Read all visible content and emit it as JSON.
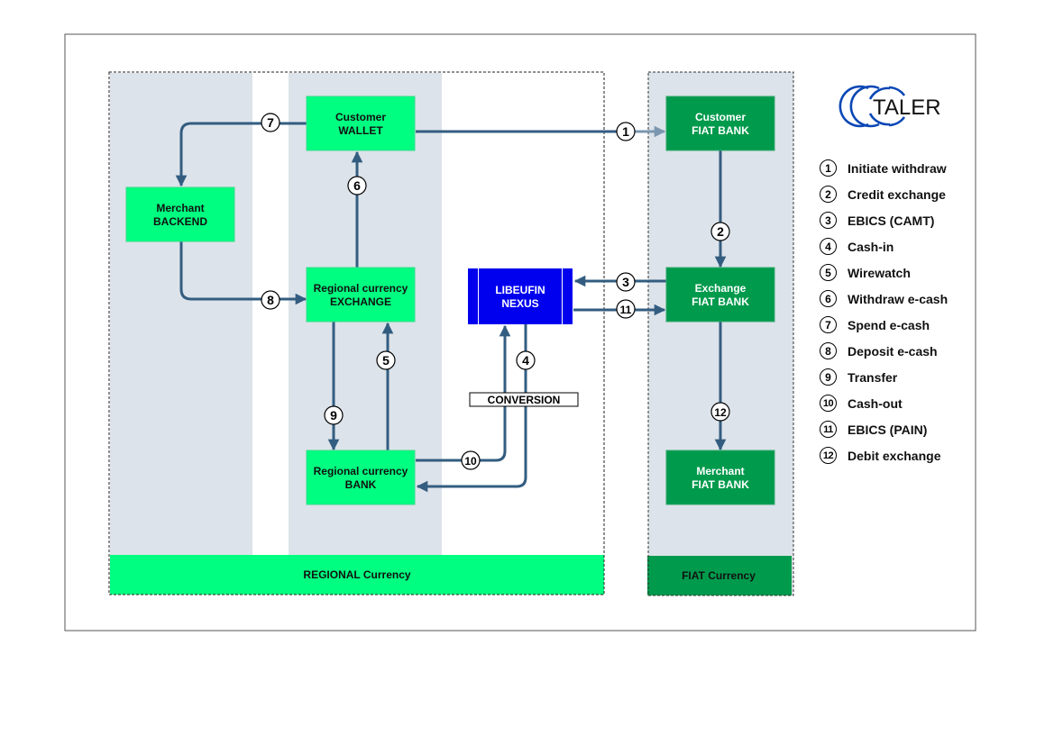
{
  "colors": {
    "regional_green": "#00ff80",
    "fiat_green": "#009a4c",
    "nexus_blue": "#0000ee",
    "arrow": "#335d80",
    "lane_gray": "#dce3ea"
  },
  "logo": {
    "text": "TALER"
  },
  "nodes": {
    "customer_wallet": [
      "Customer",
      "WALLET"
    ],
    "merchant_backend": [
      "Merchant",
      "BACKEND"
    ],
    "regional_exchange": [
      "Regional currency",
      "EXCHANGE"
    ],
    "regional_bank": [
      "Regional currency",
      "BANK"
    ],
    "libeufin_nexus": [
      "LIBEUFIN",
      "NEXUS"
    ],
    "customer_fiat_bank": [
      "Customer",
      "FIAT BANK"
    ],
    "exchange_fiat_bank": [
      "Exchange",
      "FIAT BANK"
    ],
    "merchant_fiat_bank": [
      "Merchant",
      "FIAT BANK"
    ]
  },
  "conversion_label": "CONVERSION",
  "zones": {
    "regional": "REGIONAL Currency",
    "fiat": "FIAT Currency"
  },
  "steps": [
    "1",
    "2",
    "3",
    "4",
    "5",
    "6",
    "7",
    "8",
    "9",
    "10",
    "11",
    "12"
  ],
  "legend": [
    {
      "num": "1",
      "label": "Initiate withdraw"
    },
    {
      "num": "2",
      "label": "Credit exchange"
    },
    {
      "num": "3",
      "label": "EBICS (CAMT)"
    },
    {
      "num": "4",
      "label": "Cash-in"
    },
    {
      "num": "5",
      "label": "Wirewatch"
    },
    {
      "num": "6",
      "label": "Withdraw e-cash"
    },
    {
      "num": "7",
      "label": "Spend e-cash"
    },
    {
      "num": "8",
      "label": "Deposit e-cash"
    },
    {
      "num": "9",
      "label": "Transfer"
    },
    {
      "num": "10",
      "label": "Cash-out"
    },
    {
      "num": "11",
      "label": "EBICS (PAIN)"
    },
    {
      "num": "12",
      "label": "Debit exchange"
    }
  ]
}
